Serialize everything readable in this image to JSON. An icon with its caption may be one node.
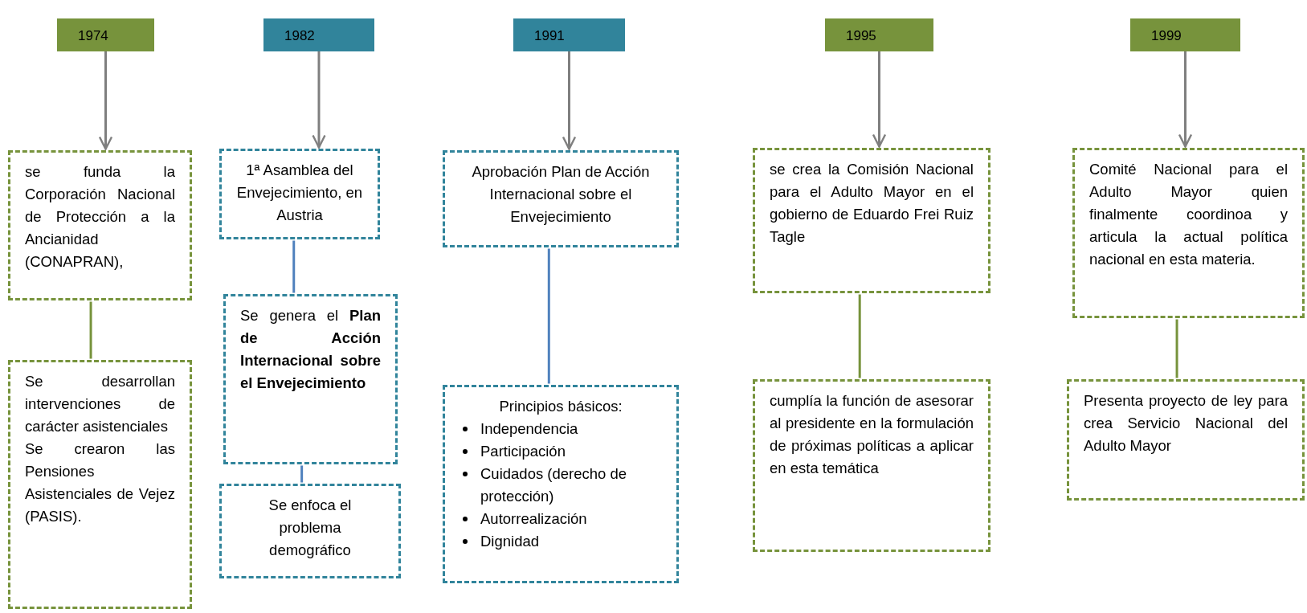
{
  "diagram": {
    "nodes": [
      {
        "text": [
          "1974"
        ]
      },
      {
        "text": [
          "se funda la Corporación Nacional de Protección a la Ancianidad (CONAPRAN),"
        ]
      },
      {
        "text": [
          "Se desarrollan intervenciones de carácter asistenciales",
          "Se crearon las Pensiones Asistenciales de Vejez (PASIS)."
        ]
      },
      {
        "text": [
          "1982"
        ]
      },
      {
        "text": [
          "1ª Asamblea del Envejecimiento, en Austria"
        ]
      },
      {
        "text": [
          "Se genera el **Plan de Acción Internacional sobre el Envejecimiento**"
        ]
      },
      {
        "text": [
          "Se enfoca el problema demográfico"
        ]
      },
      {
        "text": [
          "1991"
        ]
      },
      {
        "text": [
          "Aprobación Plan de Acción Internacional sobre el Envejecimiento"
        ]
      },
      {
        "text": [
          "Principios básicos:",
          "Independencia",
          "Participación",
          "Cuidados (derecho de protección)",
          "Autorrealización",
          "Dignidad"
        ]
      },
      {
        "text": [
          "1995"
        ]
      },
      {
        "text": [
          "se crea la Comisión Nacional para el Adulto Mayor en el gobierno de Eduardo Frei Ruiz Tagle"
        ]
      },
      {
        "text": [
          "cumplía la función de asesorar al presidente en la formulación de próximas políticas a aplicar en esta temática"
        ]
      },
      {
        "text": [
          "1999"
        ]
      },
      {
        "text": [
          "Comité Nacional para el Adulto Mayor quien finalmente coordinoa y articula la actual política nacional en esta materia."
        ]
      },
      {
        "text": [
          "Presenta proyecto de ley para crea Servicio Nacional del Adulto Mayor"
        ]
      }
    ],
    "edges": [
      {
        "from": 0,
        "to": 1,
        "arrow": "to"
      },
      {
        "from": 1,
        "to": 2,
        "arrow": "none",
        "color": "#77933c"
      },
      {
        "from": 3,
        "to": 4,
        "arrow": "to"
      },
      {
        "from": 4,
        "to": 5,
        "arrow": "none",
        "color": "#4f81bd"
      },
      {
        "from": 5,
        "to": 6,
        "arrow": "none",
        "color": "#4f81bd"
      },
      {
        "from": 7,
        "to": 8,
        "arrow": "to"
      },
      {
        "from": 8,
        "to": 9,
        "arrow": "none",
        "color": "#4f81bd"
      },
      {
        "from": 10,
        "to": 11,
        "arrow": "to"
      },
      {
        "from": 11,
        "to": 12,
        "arrow": "none",
        "color": "#77933c"
      },
      {
        "from": 13,
        "to": 14,
        "arrow": "to"
      },
      {
        "from": 14,
        "to": 15,
        "arrow": "none",
        "color": "#77933c"
      }
    ]
  }
}
